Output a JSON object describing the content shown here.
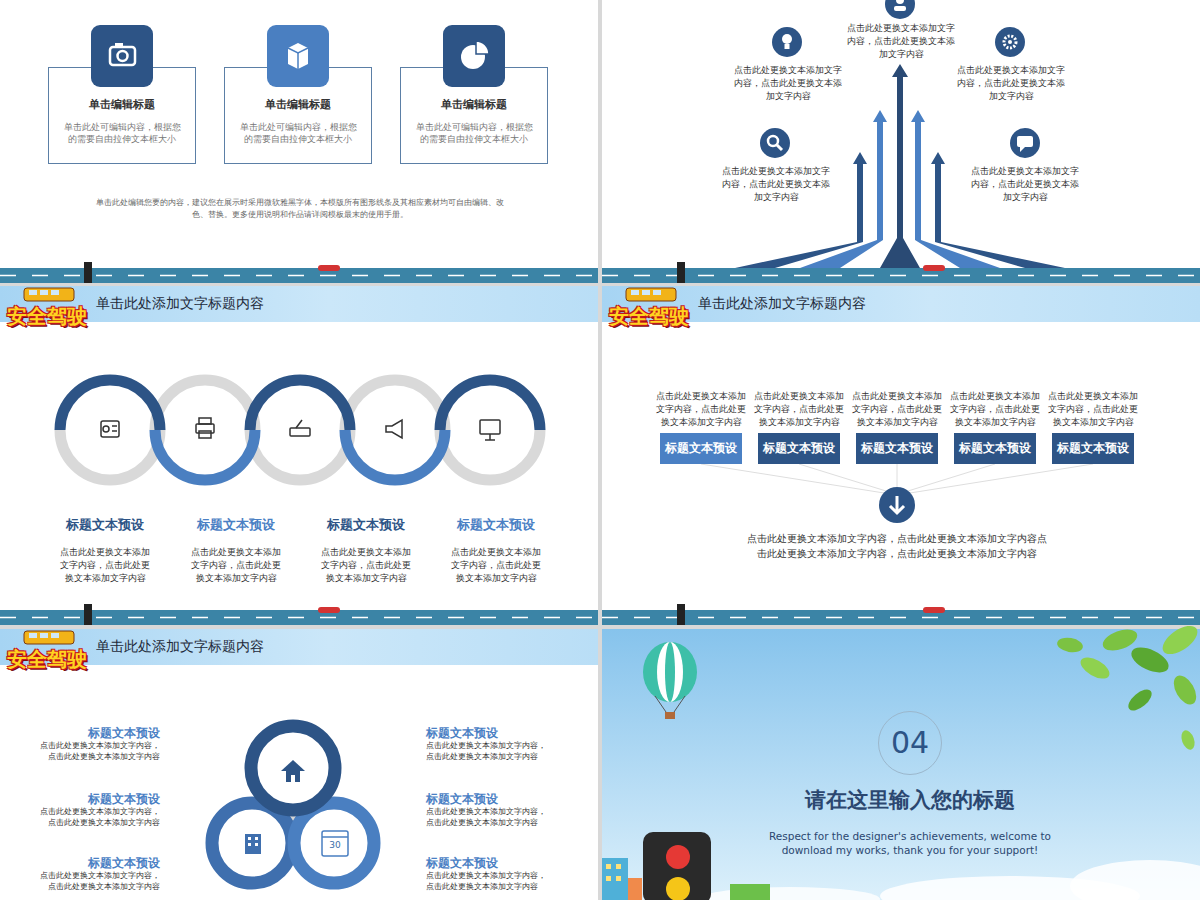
{
  "diagram": {
    "nodes": [
      {
        "text": [
          "单击编辑标题",
          "单击此处可编辑内容，根据您的需要自由拉伸文本框大小"
        ]
      },
      {
        "text": [
          "单击编辑标题",
          "单击此处可编辑内容，根据您的需要自由拉伸文本框大小"
        ]
      },
      {
        "text": [
          "单击编辑标题",
          "单击此处可编辑内容，根据您的需要自由拉伸文本框大小"
        ]
      },
      {
        "text": [
          "单击此处添加文字标题内容"
        ]
      },
      {
        "text": [
          "单击此处添加文字标题内容"
        ]
      },
      {
        "text": [
          "标题文本预设"
        ]
      },
      {
        "text": [
          "标题文本预设"
        ]
      },
      {
        "text": [
          "标题文本预设"
        ]
      },
      {
        "text": [
          "标题文本预设"
        ]
      },
      {
        "text": [
          "标题文本预设"
        ]
      },
      {
        "text": [
          "单击此处添加文字标题内容"
        ]
      },
      {
        "text": [
          "04"
        ]
      }
    ],
    "labels": [
      "单击此处编辑您要的内容，建议您在展示时采用微软雅黑字体，本模版所有图形线条及其相应素材均可自由编辑、改色、替换。更多使用说明和作品请详阅模板最末的使用手册。",
      "点击此处更换文本添加文字内容，点击此处更换文本添加文字内容",
      "点击此处更换文本添加文字内容，点击此处更换文本添加文字内容",
      "点击此处更换文本添加文字内容，点击此处更换文本添加文字内容",
      "点击此处更换文本添加文字内容，点击此处更换文本添加文字内容",
      "点击此处更换文本添加文字内容，点击此处更换文本添加文字内容",
      "安全驾驶",
      "标题文本预设",
      "点击此处更换文本添加文字内容，点击此处更换文本添加文字内容",
      "标题文本预设",
      "点击此处更换文本添加文字内容，点击此处更换文本添加文字内容",
      "标题文本预设",
      "点击此处更换文本添加文字内容，点击此处更换文本添加文字内容",
      "标题文本预设",
      "点击此处更换文本添加文字内容，点击此处更换文本添加文字内容",
      "安全驾驶",
      "点击此处更换文本添加文字内容，点击此处更换文本添加文字内容",
      "点击此处更换文本添加文字内容，点击此处更换文本添加文字内容",
      "点击此处更换文本添加文字内容，点击此处更换文本添加文字内容",
      "点击此处更换文本添加文字内容，点击此处更换文本添加文字内容",
      "点击此处更换文本添加文字内容，点击此处更换文本添加文字内容",
      "点击此处更换文本添加文字内容，点击此处更换文本添加文字内容点击此处更换文本添加文字内容，点击此处更换文本添加文字内容",
      "安全驾驶",
      "标题文本预设",
      "点击此处更换文本添加文字内容，点击此处更换文本添加文字内容",
      "标题文本预设",
      "点击此处更换文本添加文字内容，点击此处更换文本添加文字内容",
      "标题文本预设",
      "点击此处更换文本添加文字内容，点击此处更换文本添加文字内容",
      "标题文本预设",
      "点击此处更换文本添加文字内容，点击此处更换文本添加文字内容",
      "标题文本预设",
      "点击此处更换文本添加文字内容，点击此处更换文本添加文字内容",
      "标题文本预设",
      "点击此处更换文本添加文字内容，点击此处更换文本添加文字内容",
      "30",
      "请在这里输入您的标题",
      "Respect for the designer's achievements, welcome to download my works, thank you for your support!"
    ]
  }
}
